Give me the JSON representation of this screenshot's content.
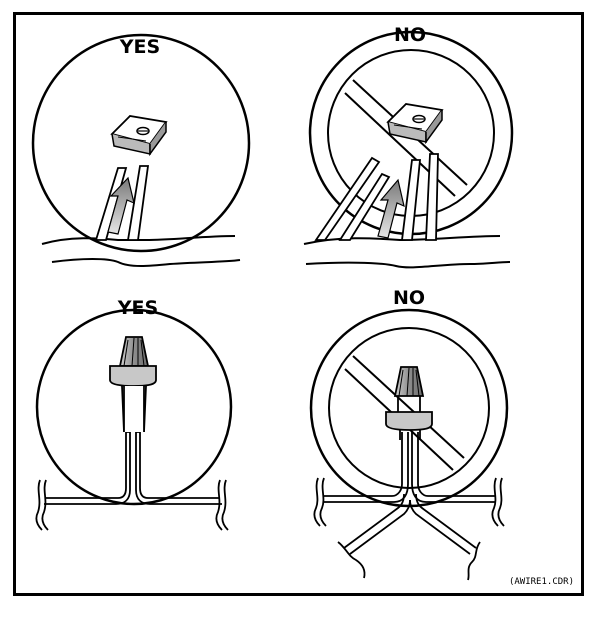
{
  "panels": {
    "top_left": {
      "label": "YES"
    },
    "top_right": {
      "label": "NO"
    },
    "bottom_left": {
      "label": "YES"
    },
    "bottom_right": {
      "label": "NO"
    }
  },
  "file_code": "(AWIRE1.CDR)",
  "colors": {
    "line": "#000000",
    "background": "#ffffff",
    "connector_gray": "#9a9a9a",
    "arrow_gray": "#b5b5b5"
  }
}
